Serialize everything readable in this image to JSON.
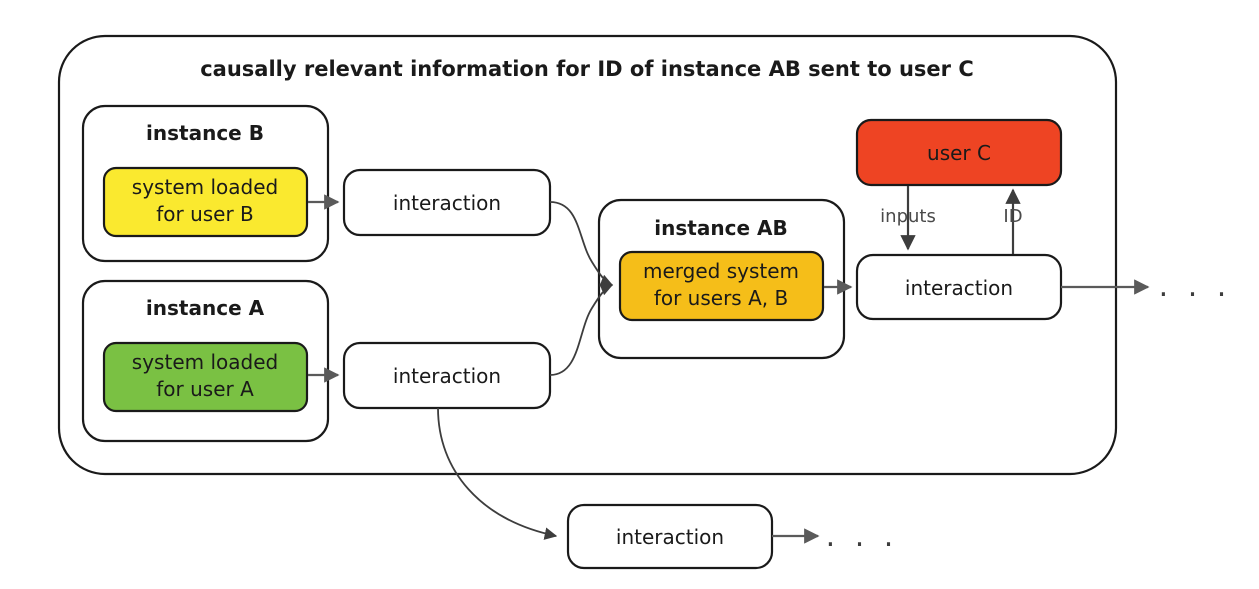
{
  "diagram": {
    "title": "causally relevant information for ID of instance AB sent to user C",
    "outer_container": {
      "name": "causally-relevant-information-container"
    },
    "groups": [
      {
        "id": "instance-b",
        "label": "instance B",
        "inner": {
          "line1": "system loaded",
          "line2": "for user B",
          "color": "#FAE92F"
        }
      },
      {
        "id": "instance-a",
        "label": "instance A",
        "inner": {
          "line1": "system loaded",
          "line2": "for user A",
          "color": "#7AC143"
        }
      },
      {
        "id": "instance-ab",
        "label": "instance AB",
        "inner": {
          "line1": "merged system",
          "line2": "for users A, B",
          "color": "#F5BE19"
        }
      }
    ],
    "interactions": {
      "top": "interaction",
      "bottom": "interaction",
      "right": "interaction",
      "outside": "interaction"
    },
    "user": {
      "label": "user C",
      "color": "#EE4423"
    },
    "edge_labels": {
      "inputs": "inputs",
      "id": "ID"
    },
    "ellipsis": {
      "right": ". . .",
      "bottom": ". . ."
    }
  }
}
